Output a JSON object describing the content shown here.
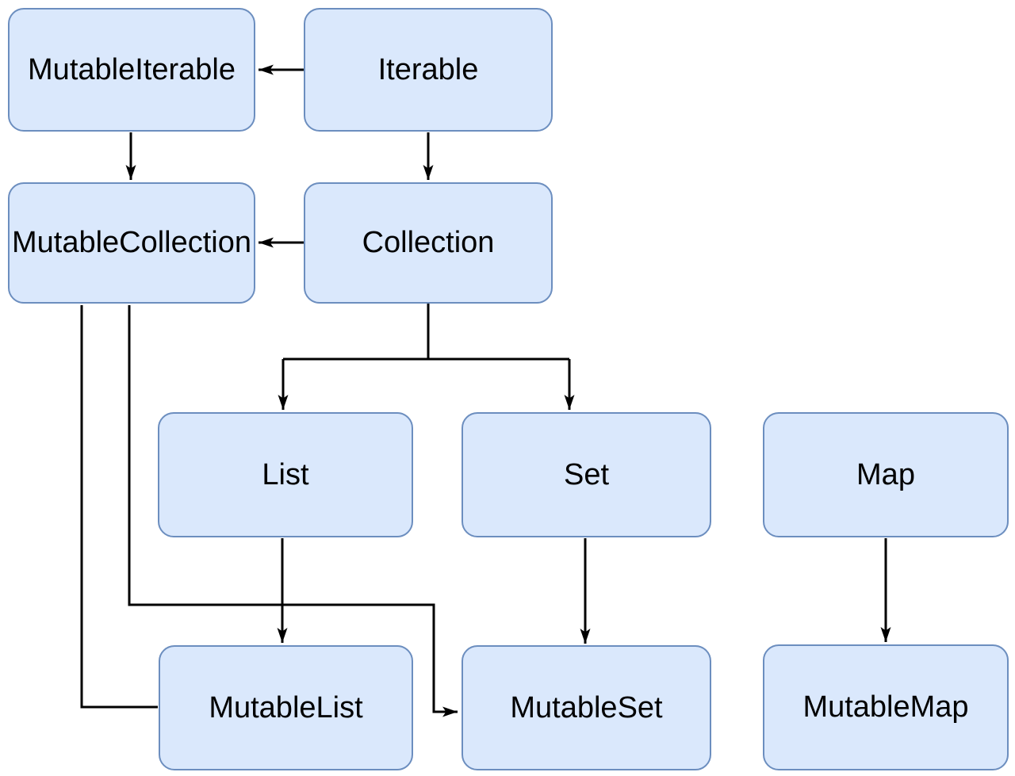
{
  "diagram": {
    "colors": {
      "node_fill": "#dae8fc",
      "node_border": "#6c8ebf",
      "arrow": "#000000",
      "canvas_bg": "#ffffff"
    },
    "nodes": [
      {
        "id": "mutable-iterable",
        "label": "MutableIterable"
      },
      {
        "id": "iterable",
        "label": "Iterable"
      },
      {
        "id": "mutable-collection",
        "label": "MutableCollection"
      },
      {
        "id": "collection",
        "label": "Collection"
      },
      {
        "id": "list",
        "label": "List"
      },
      {
        "id": "set",
        "label": "Set"
      },
      {
        "id": "map",
        "label": "Map"
      },
      {
        "id": "mutable-list",
        "label": "MutableList"
      },
      {
        "id": "mutable-set",
        "label": "MutableSet"
      },
      {
        "id": "mutable-map",
        "label": "MutableMap"
      }
    ],
    "edges": [
      {
        "from": "Iterable",
        "to": "MutableIterable",
        "arrowhead": true
      },
      {
        "from": "MutableIterable",
        "to": "MutableCollection",
        "arrowhead": true
      },
      {
        "from": "Iterable",
        "to": "Collection",
        "arrowhead": true
      },
      {
        "from": "Collection",
        "to": "MutableCollection",
        "arrowhead": true
      },
      {
        "from": "Collection",
        "to": "List",
        "arrowhead": true
      },
      {
        "from": "Collection",
        "to": "Set",
        "arrowhead": true
      },
      {
        "from": "List",
        "to": "MutableList",
        "arrowhead": true
      },
      {
        "from": "Set",
        "to": "MutableSet",
        "arrowhead": true
      },
      {
        "from": "Map",
        "to": "MutableMap",
        "arrowhead": true
      },
      {
        "from": "MutableCollection",
        "to": "MutableList",
        "arrowhead": false
      },
      {
        "from": "MutableCollection",
        "to": "MutableSet",
        "arrowhead": true
      }
    ]
  }
}
